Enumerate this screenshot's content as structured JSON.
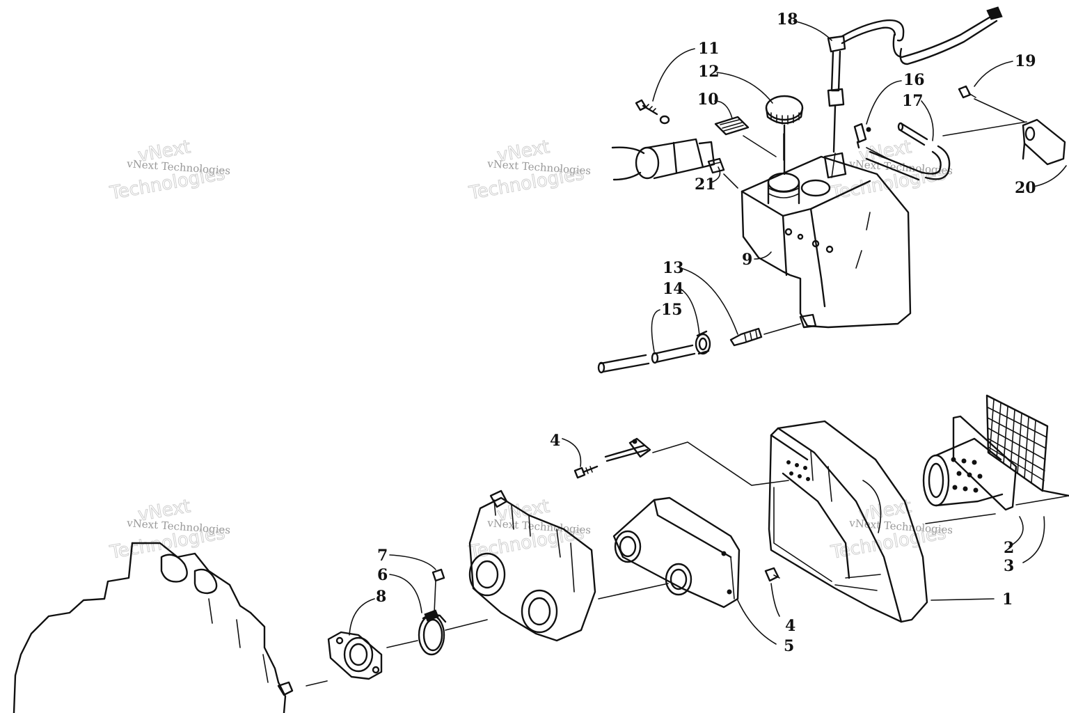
{
  "labels": [
    {
      "id": "1",
      "text": "1"
    },
    {
      "id": "2",
      "text": "2"
    },
    {
      "id": "3",
      "text": "3"
    },
    {
      "id": "4a",
      "text": "4"
    },
    {
      "id": "4b",
      "text": "4"
    },
    {
      "id": "5",
      "text": "5"
    },
    {
      "id": "6",
      "text": "6"
    },
    {
      "id": "7",
      "text": "7"
    },
    {
      "id": "8",
      "text": "8"
    },
    {
      "id": "9",
      "text": "9"
    },
    {
      "id": "10",
      "text": "10"
    },
    {
      "id": "11",
      "text": "11"
    },
    {
      "id": "12",
      "text": "12"
    },
    {
      "id": "13",
      "text": "13"
    },
    {
      "id": "14",
      "text": "14"
    },
    {
      "id": "15",
      "text": "15"
    },
    {
      "id": "16",
      "text": "16"
    },
    {
      "id": "17",
      "text": "17"
    },
    {
      "id": "18",
      "text": "18"
    },
    {
      "id": "19",
      "text": "19"
    },
    {
      "id": "20",
      "text": "20"
    },
    {
      "id": "21",
      "text": "21"
    }
  ],
  "watermark": {
    "line1": "vNext Technologies",
    "word1": "vNext",
    "word2": "Technologies"
  },
  "colors": {
    "ink": "#111111",
    "watermark": "#888888",
    "background": "#ffffff"
  }
}
